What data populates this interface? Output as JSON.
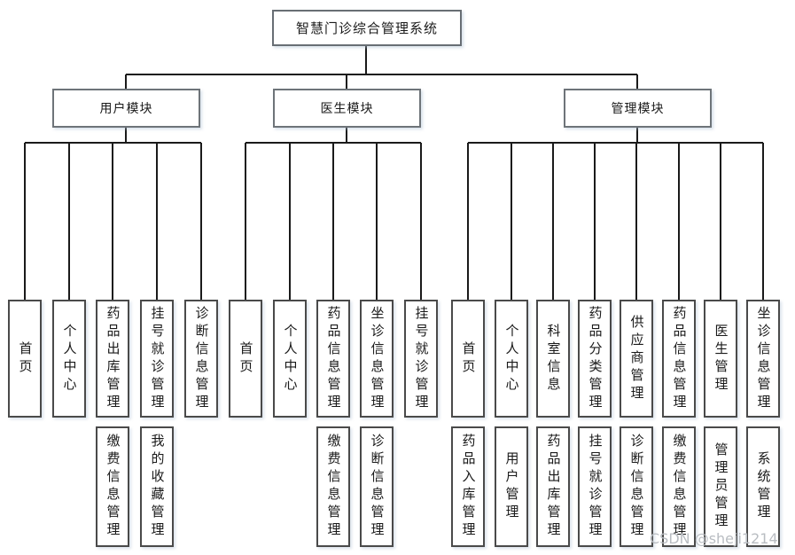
{
  "title": "智慧门诊综合管理系统",
  "modules": [
    {
      "label": "用户模块",
      "children": [
        "首页",
        "个人中心",
        "药品出库管理",
        "挂号就诊管理",
        "诊断信息管理"
      ],
      "sub_children": [
        {
          "col": 2,
          "label": "缴费信息管理"
        },
        {
          "col": 3,
          "label": "我的收藏管理"
        }
      ]
    },
    {
      "label": "医生模块",
      "children": [
        "首页",
        "个人中心",
        "药品信息管理",
        "坐诊信息管理",
        "挂号就诊管理"
      ],
      "sub_children": [
        {
          "col": 2,
          "label": "缴费信息管理"
        },
        {
          "col": 3,
          "label": "诊断信息管理"
        }
      ]
    },
    {
      "label": "管理模块",
      "children": [
        "首页",
        "个人中心",
        "科室信息",
        "药品分类管理",
        "供应商管理",
        "药品信息管理",
        "医生管理",
        "坐诊信息管理"
      ],
      "sub_children": [
        {
          "col": 0,
          "label": "药品入库管理"
        },
        {
          "col": 1,
          "label": "用户管理"
        },
        {
          "col": 2,
          "label": "药品出库管理"
        },
        {
          "col": 3,
          "label": "挂号就诊管理"
        },
        {
          "col": 4,
          "label": "诊断信息管理"
        },
        {
          "col": 5,
          "label": "缴费信息管理"
        },
        {
          "col": 6,
          "label": "管理员管理"
        },
        {
          "col": 7,
          "label": "系统管理"
        }
      ]
    }
  ],
  "watermark": "CSDN @sheji1214",
  "colors": {
    "line": "#1a1a1a",
    "leaf_border": "#4a4a4a",
    "module_border": "#6e7479",
    "watermark_text": "#b9bdc2"
  }
}
